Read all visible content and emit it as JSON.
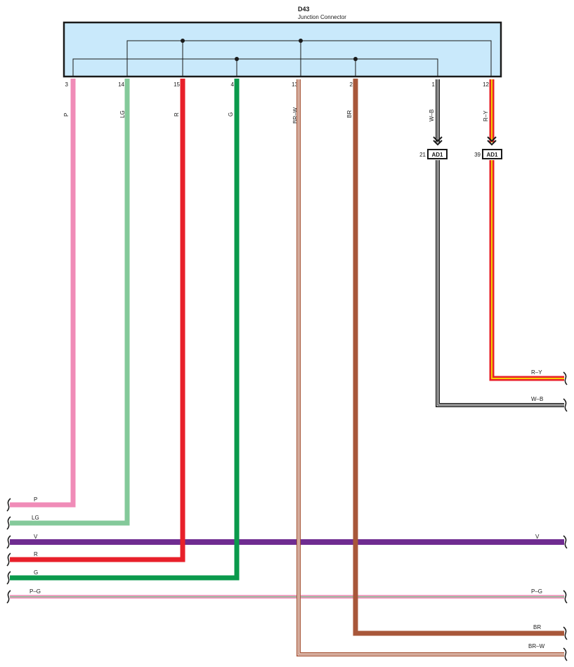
{
  "connector": {
    "id": "D43",
    "name": "Junction Connector",
    "fill": "#c9e9fb"
  },
  "pins": [
    {
      "number": "3",
      "wire": "P",
      "color": "#f08cb8"
    },
    {
      "number": "14",
      "wire": "LG",
      "color": "#84c99a"
    },
    {
      "number": "15",
      "wire": "R",
      "color": "#e8202a"
    },
    {
      "number": "4",
      "wire": "G",
      "color": "#0a9a4c"
    },
    {
      "number": "13",
      "wire": "BR–W",
      "color": "#a8573a"
    },
    {
      "number": "2",
      "wire": "BR",
      "color": "#a8573a"
    },
    {
      "number": "1",
      "wire": "W–B",
      "color": "#333333"
    },
    {
      "number": "12",
      "wire": "R–Y",
      "color": "#e8202a"
    }
  ],
  "connectors_ad": [
    {
      "pin": "21",
      "label": "AD1"
    },
    {
      "pin": "39",
      "label": "AD1"
    }
  ],
  "bottom_wires": {
    "p": {
      "label": "P"
    },
    "lg": {
      "label": "LG"
    },
    "v": {
      "label_left": "V",
      "label_right": "V",
      "color": "#6f2c91"
    },
    "r": {
      "label": "R"
    },
    "g": {
      "label": "G"
    },
    "pg": {
      "label_left": "P–G",
      "label_right": "P–G",
      "color": "#f08cb8",
      "stripe": "#84c99a"
    },
    "br": {
      "label": "BR"
    },
    "brw": {
      "label": "BR–W"
    },
    "ry": {
      "label": "R–Y",
      "stripe": "#f5d000"
    },
    "wb": {
      "label": "W–B"
    }
  }
}
